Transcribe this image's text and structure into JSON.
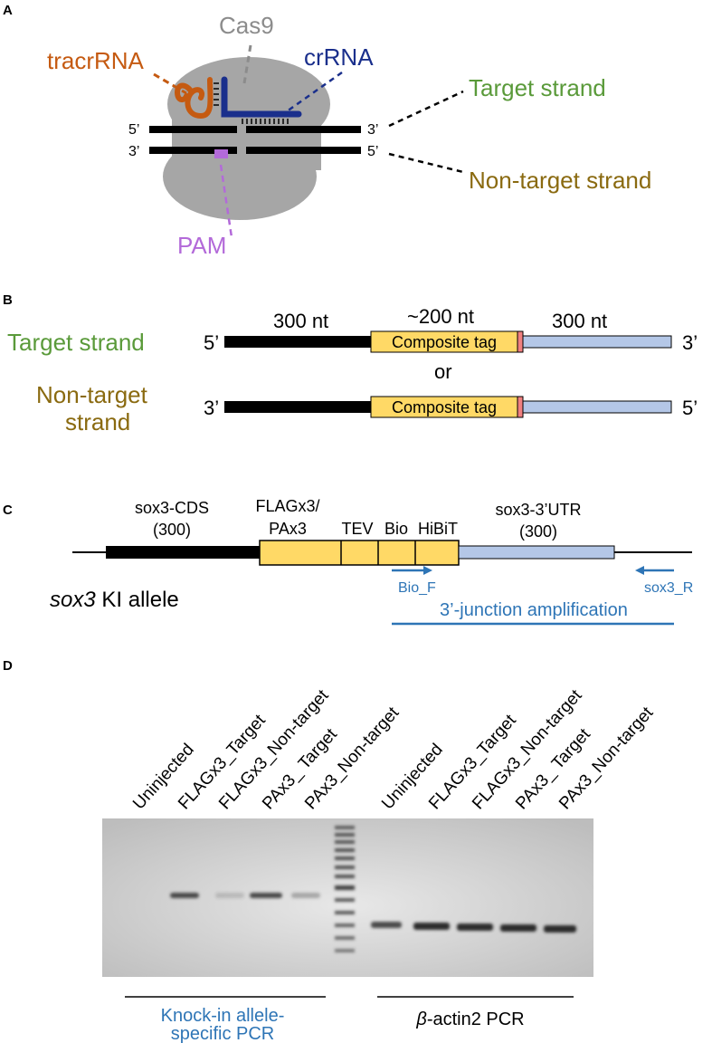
{
  "panels": {
    "a": "A",
    "b": "B",
    "c": "C",
    "d": "D"
  },
  "panel_a": {
    "cas9": "Cas9",
    "tracrrna": "tracrRNA",
    "crrna": "crRNA",
    "target_strand": "Target strand",
    "non_target_strand": "Non-target strand",
    "pam": "PAM",
    "top_left_end": "5’",
    "top_right_end": "3’",
    "bottom_left_end": "3’",
    "bottom_right_end": "5’"
  },
  "panel_b": {
    "target_strand": "Target strand",
    "non_target_line1": "Non-target",
    "non_target_line2": "strand",
    "left_arm_length": "300 nt",
    "tag_length": "~200 nt",
    "right_arm_length": "300 nt",
    "tag_label": "Composite tag",
    "or_label": "or",
    "top_left_end": "5’",
    "top_right_end": "3’",
    "bottom_left_end": "3’",
    "bottom_right_end": "5’"
  },
  "panel_c": {
    "cds_label_line1": "sox3-CDS",
    "cds_label_line2": "(300)",
    "flag_label_line1": "FLAGx3/",
    "flag_label_line2": "PAx3",
    "tev_label": "TEV",
    "bio_label": "Bio",
    "hibit_label": "HiBiT",
    "utr_label_line1": "sox3-3’UTR",
    "utr_label_line2": "(300)",
    "allele_gene": "sox3",
    "allele_rest": " KI allele",
    "primer_f": "Bio_F",
    "primer_r": "sox3_R",
    "amplification_label": "3’-junction amplification"
  },
  "panel_d": {
    "lanes": [
      "Uninjected",
      "FLAGx3_Target",
      "FLAGx3_Non-target",
      "PAx3_ Target",
      "PAx3_Non-target",
      "Uninjected",
      "FLAGx3_Target",
      "FLAGx3_Non-target",
      "PAx3_ Target",
      "PAx3_Non-target"
    ],
    "ki_label_line1": "Knock-in allele-",
    "ki_label_line2": "specific PCR",
    "actin_beta": "β",
    "actin_rest": "-actin2 PCR"
  },
  "colors": {
    "tracrrna": "#c55a11",
    "cas9": "#8c8c8c",
    "crrna": "#1a2f8c",
    "target_green": "#5a9a3a",
    "non_target_brown": "#8a6a10",
    "pam": "#b36ad9",
    "tag_yellow": "#ffd966",
    "arm_blue": "#b4c7e7",
    "tag_pink": "#f08080",
    "primer_blue": "#2e75b6"
  }
}
